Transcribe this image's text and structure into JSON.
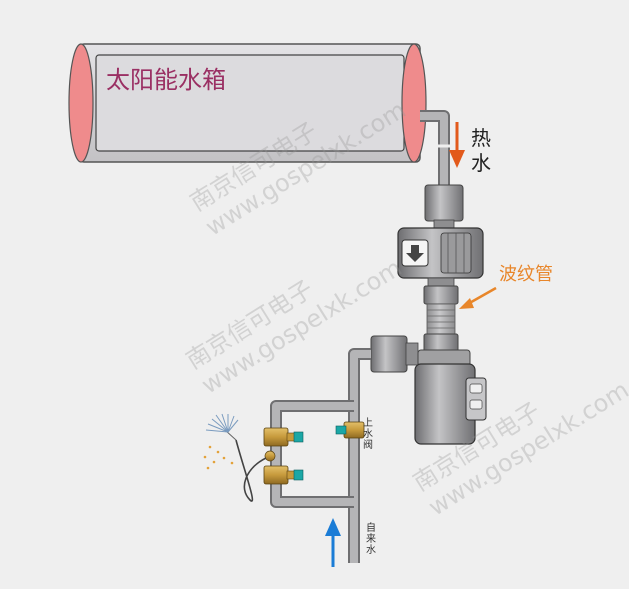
{
  "tank": {
    "label": "太阳能水箱"
  },
  "hot_water": {
    "label_line1": "热",
    "label_line2": "水",
    "arrow_color": "#e25a1c"
  },
  "bellows_pipe": {
    "label": "波纹管",
    "arrow_color": "#e8862a"
  },
  "inlet_valve": {
    "label": "上水阀"
  },
  "tap_water": {
    "label": "自来水",
    "arrow_color": "#1a7cd6"
  },
  "watermark": {
    "line1": "南京信可电子",
    "line2": "www.gospelxk.com"
  },
  "colors": {
    "tank_body": "#d3d2d5",
    "tank_cap": "#ef8b8c",
    "pipe": "#a9a9ab",
    "pipe_outline": "#6f6f71",
    "valve_brass": "#c69a3c"
  }
}
